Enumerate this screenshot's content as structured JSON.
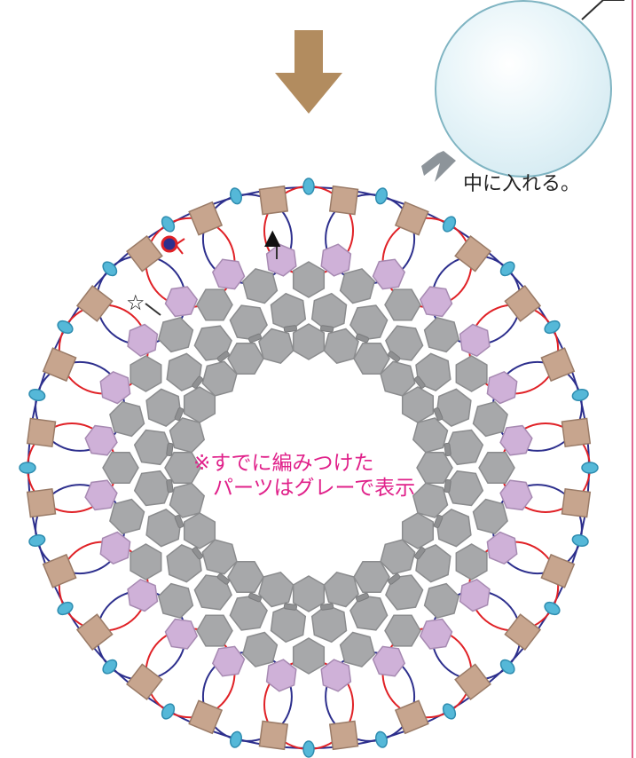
{
  "instruction_text": "中に入れる。",
  "note_lines": [
    "※すでに編みつけた",
    "パーツはグレーで表示"
  ],
  "markers": {
    "triangle": "▲",
    "star": "☆"
  },
  "colors": {
    "arrow": "#b28c5f",
    "small_arrow": "#8d949a",
    "sphere_fill": "#e5f3f8",
    "sphere_outline": "#7fb4c2",
    "thread_blue": "#2d2f8d",
    "thread_red": "#e02126",
    "gray_beads": "#a7a8aa",
    "gray_bead_outline": "#8b8c8e",
    "lilac_beads": "#cfb1d8",
    "lilac_outline": "#a78ab2",
    "brown_beads": "#c7a58e",
    "brown_outline": "#9a7b67",
    "cyan_beads": "#55b8d8",
    "cyan_outline": "#2f8db0",
    "note_pink": "#e0218a",
    "side_border": "#e36a93"
  },
  "icon_names": [
    "down-arrow-icon",
    "small-insert-arrow-icon",
    "triangle-marker-icon",
    "star-marker-icon",
    "start-knot-icon"
  ]
}
